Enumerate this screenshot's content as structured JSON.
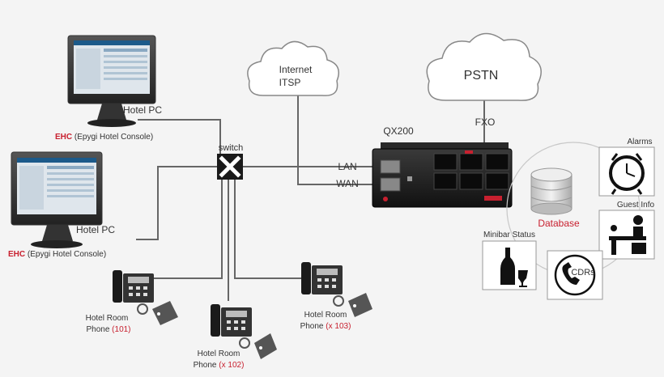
{
  "clouds": {
    "internet_line1": "Internet",
    "internet_line2": "ITSP",
    "pstn": "PSTN"
  },
  "device": {
    "name": "QX200",
    "fxo_label": "FXO",
    "lan_label": "LAN",
    "wan_label": "WAN"
  },
  "switch": {
    "label": "switch"
  },
  "hotel_pcs": [
    {
      "label": "Hotel PC",
      "caption_brand": "EHC",
      "caption_rest": " (Epygi Hotel Console)"
    },
    {
      "label": "Hotel PC",
      "caption_brand": "EHC",
      "caption_rest": " (Epygi Hotel Console)"
    }
  ],
  "phones": [
    {
      "line1": "Hotel Room",
      "line2_prefix": "Phone ",
      "number": "(101)"
    },
    {
      "line1": "Hotel Room",
      "line2_prefix": "Phone ",
      "number": "(x 102)"
    },
    {
      "line1": "Hotel Room",
      "line2_prefix": "Phone ",
      "number": "(x 103)"
    }
  ],
  "services": {
    "database": "Database",
    "alarms": "Alarms",
    "guest_info": "Guest Info",
    "minibar_status": "Minibar Status",
    "cdrs": "CDRs"
  },
  "colors": {
    "accent_red": "#c8202f",
    "line_gray": "#666666",
    "text_dark": "#333333"
  }
}
